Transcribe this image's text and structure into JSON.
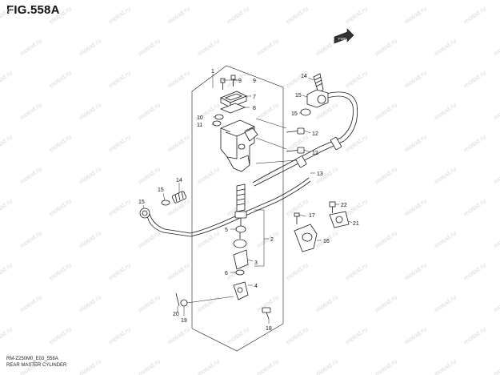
{
  "figure": {
    "title": "FIG.558A",
    "footer_code": "RM-Z250M0_E03_558A",
    "footer_caption": "REAR MASTER CYLINDER",
    "watermark_text": "motod.ru",
    "front_arrow_text": "FWD"
  },
  "callouts": [
    "1",
    "2",
    "3",
    "4",
    "5",
    "6",
    "7",
    "8",
    "9",
    "10",
    "11",
    "12",
    "12",
    "13",
    "14",
    "14",
    "15",
    "15",
    "15",
    "16",
    "17",
    "18",
    "19",
    "20",
    "21",
    "22"
  ],
  "colors": {
    "line": "#1a1a1a",
    "watermark": "#d8d8d8"
  }
}
